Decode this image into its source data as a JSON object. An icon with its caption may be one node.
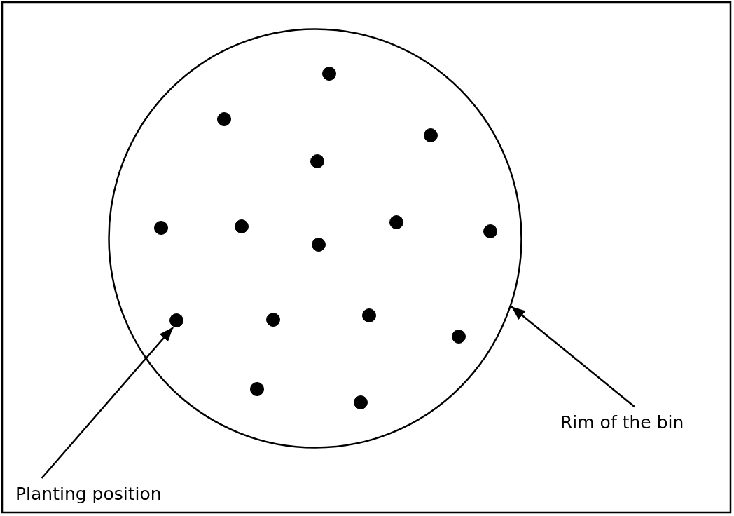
{
  "diagram": {
    "nodes": [
      {
        "text": [],
        "shape": "circle"
      },
      {
        "text": [],
        "shape": "circle",
        "in": 0
      },
      {
        "text": [],
        "shape": "circle",
        "in": 0
      },
      {
        "text": [],
        "shape": "circle",
        "in": 0
      },
      {
        "text": [],
        "shape": "circle",
        "in": 0
      },
      {
        "text": [],
        "shape": "circle",
        "in": 0
      },
      {
        "text": [],
        "shape": "circle",
        "in": 0
      },
      {
        "text": [],
        "shape": "circle",
        "in": 0
      },
      {
        "text": [],
        "shape": "circle",
        "in": 0
      },
      {
        "text": [],
        "shape": "circle",
        "in": 0
      },
      {
        "text": [],
        "shape": "circle",
        "in": 0
      },
      {
        "text": [],
        "shape": "circle",
        "in": 0
      },
      {
        "text": [],
        "shape": "circle",
        "in": 0
      },
      {
        "text": [],
        "shape": "circle",
        "in": 0
      },
      {
        "text": [],
        "shape": "circle",
        "in": 0
      },
      {
        "text": [],
        "shape": "circle",
        "in": 0
      },
      {
        "text": [
          "Planting position"
        ]
      },
      {
        "text": [
          "Rim of the bin"
        ]
      }
    ],
    "edges": [
      {
        "from": 16,
        "to": 12,
        "arrow": "to"
      },
      {
        "from": 17,
        "to": 0,
        "arrow": "to"
      }
    ]
  }
}
